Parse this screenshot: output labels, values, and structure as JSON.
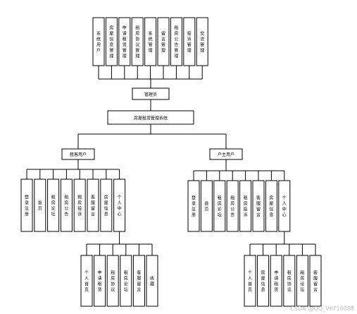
{
  "top_modules": [
    "系统用户",
    "房屋信息管理",
    "申请租赁管理",
    "租房协议管理",
    "系统管理",
    "留言管理",
    "租房公告管理",
    "投诉管理",
    "交流管理"
  ],
  "admin_label": "管理员",
  "system_title": "房屋租赁管理系统",
  "tenant": {
    "label": "租客用户",
    "modules": [
      "登录注册",
      "首页",
      "租房论坛",
      "租房公告",
      "租房投诉",
      "客服留言",
      "房屋信息",
      "个人中心"
    ],
    "sub_modules": [
      "个人首页",
      "申请租赁",
      "租房协议",
      "租房论坛",
      "客服留言",
      "收藏"
    ]
  },
  "owner": {
    "label": "户主用户",
    "modules": [
      "登录注册",
      "首页",
      "租房论坛",
      "租房公告",
      "租房投诉",
      "客服留言",
      "房屋信息",
      "个人中心"
    ],
    "sub_modules": [
      "个人首页",
      "房屋信息",
      "申请租赁",
      "租房协议",
      "租房论坛",
      "客服留言"
    ]
  },
  "watermark": "CSDN @QQ_VKF10088"
}
